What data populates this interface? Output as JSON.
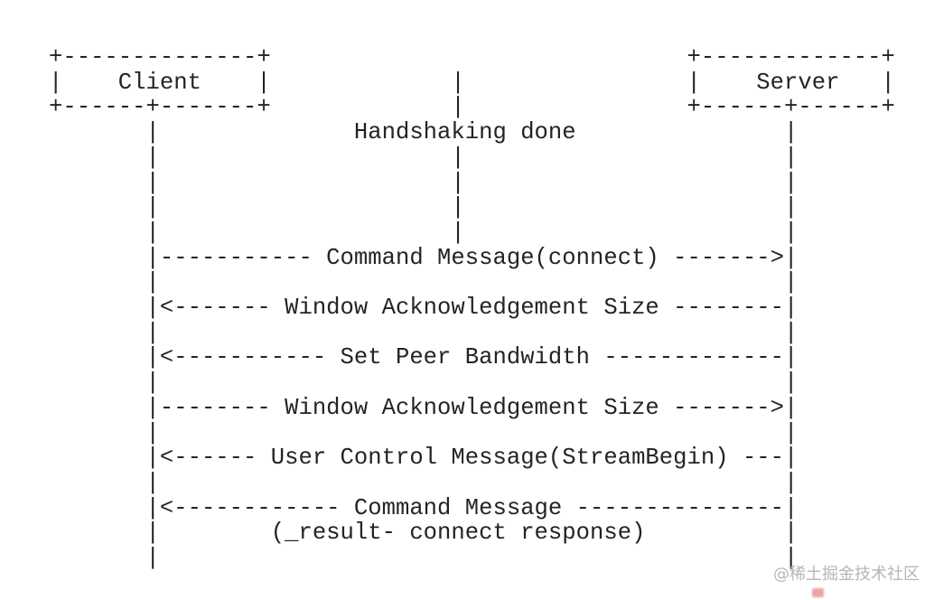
{
  "diagram": {
    "type": "ascii-sequence-diagram",
    "title_context": "RTMP connect command message flow",
    "actors": [
      {
        "name": "Client",
        "lifeline_column": 7
      },
      {
        "name": "Server",
        "lifeline_column": 53
      }
    ],
    "annotation": "Handshaking done",
    "messages": [
      {
        "from": "Client",
        "to": "Server",
        "direction": "right",
        "label": "Command Message(connect)"
      },
      {
        "from": "Server",
        "to": "Client",
        "direction": "left",
        "label": "Window Acknowledgement Size"
      },
      {
        "from": "Server",
        "to": "Client",
        "direction": "left",
        "label": "Set Peer Bandwidth"
      },
      {
        "from": "Client",
        "to": "Server",
        "direction": "right",
        "label": "Window Acknowledgement Size"
      },
      {
        "from": "Server",
        "to": "Client",
        "direction": "left",
        "label": "User Control Message(StreamBegin)"
      },
      {
        "from": "Server",
        "to": "Client",
        "direction": "left",
        "label": "Command Message",
        "note": "(_result- connect response)"
      }
    ],
    "text_color": "#242424",
    "ascii_art": "+--------------+                              +-------------+\n|    Client    |             |                |    Server   |\n+------+-------+             |                +------+------+\n       |              Handshaking done               |\n       |                     |                       |\n       |                     |                       |\n       |                     |                       |\n       |                     |                       |\n       |----------- Command Message(connect) ------->|\n       |                                             |\n       |<------- Window Acknowledgement Size --------|\n       |                                             |\n       |<----------- Set Peer Bandwidth -------------|\n       |                                             |\n       |-------- Window Acknowledgement Size ------->|\n       |                                             |\n       |<------ User Control Message(StreamBegin) ---|\n       |                                             |\n       |<------------ Command Message ---------------|\n       |        (_result- connect response)          |\n       |                                             |"
  },
  "watermark": {
    "text": "@稀土掘金技术社区",
    "color": "#b6b6b6"
  },
  "artifacts": {
    "red_logo_fragment_color": "#db5a5a"
  }
}
